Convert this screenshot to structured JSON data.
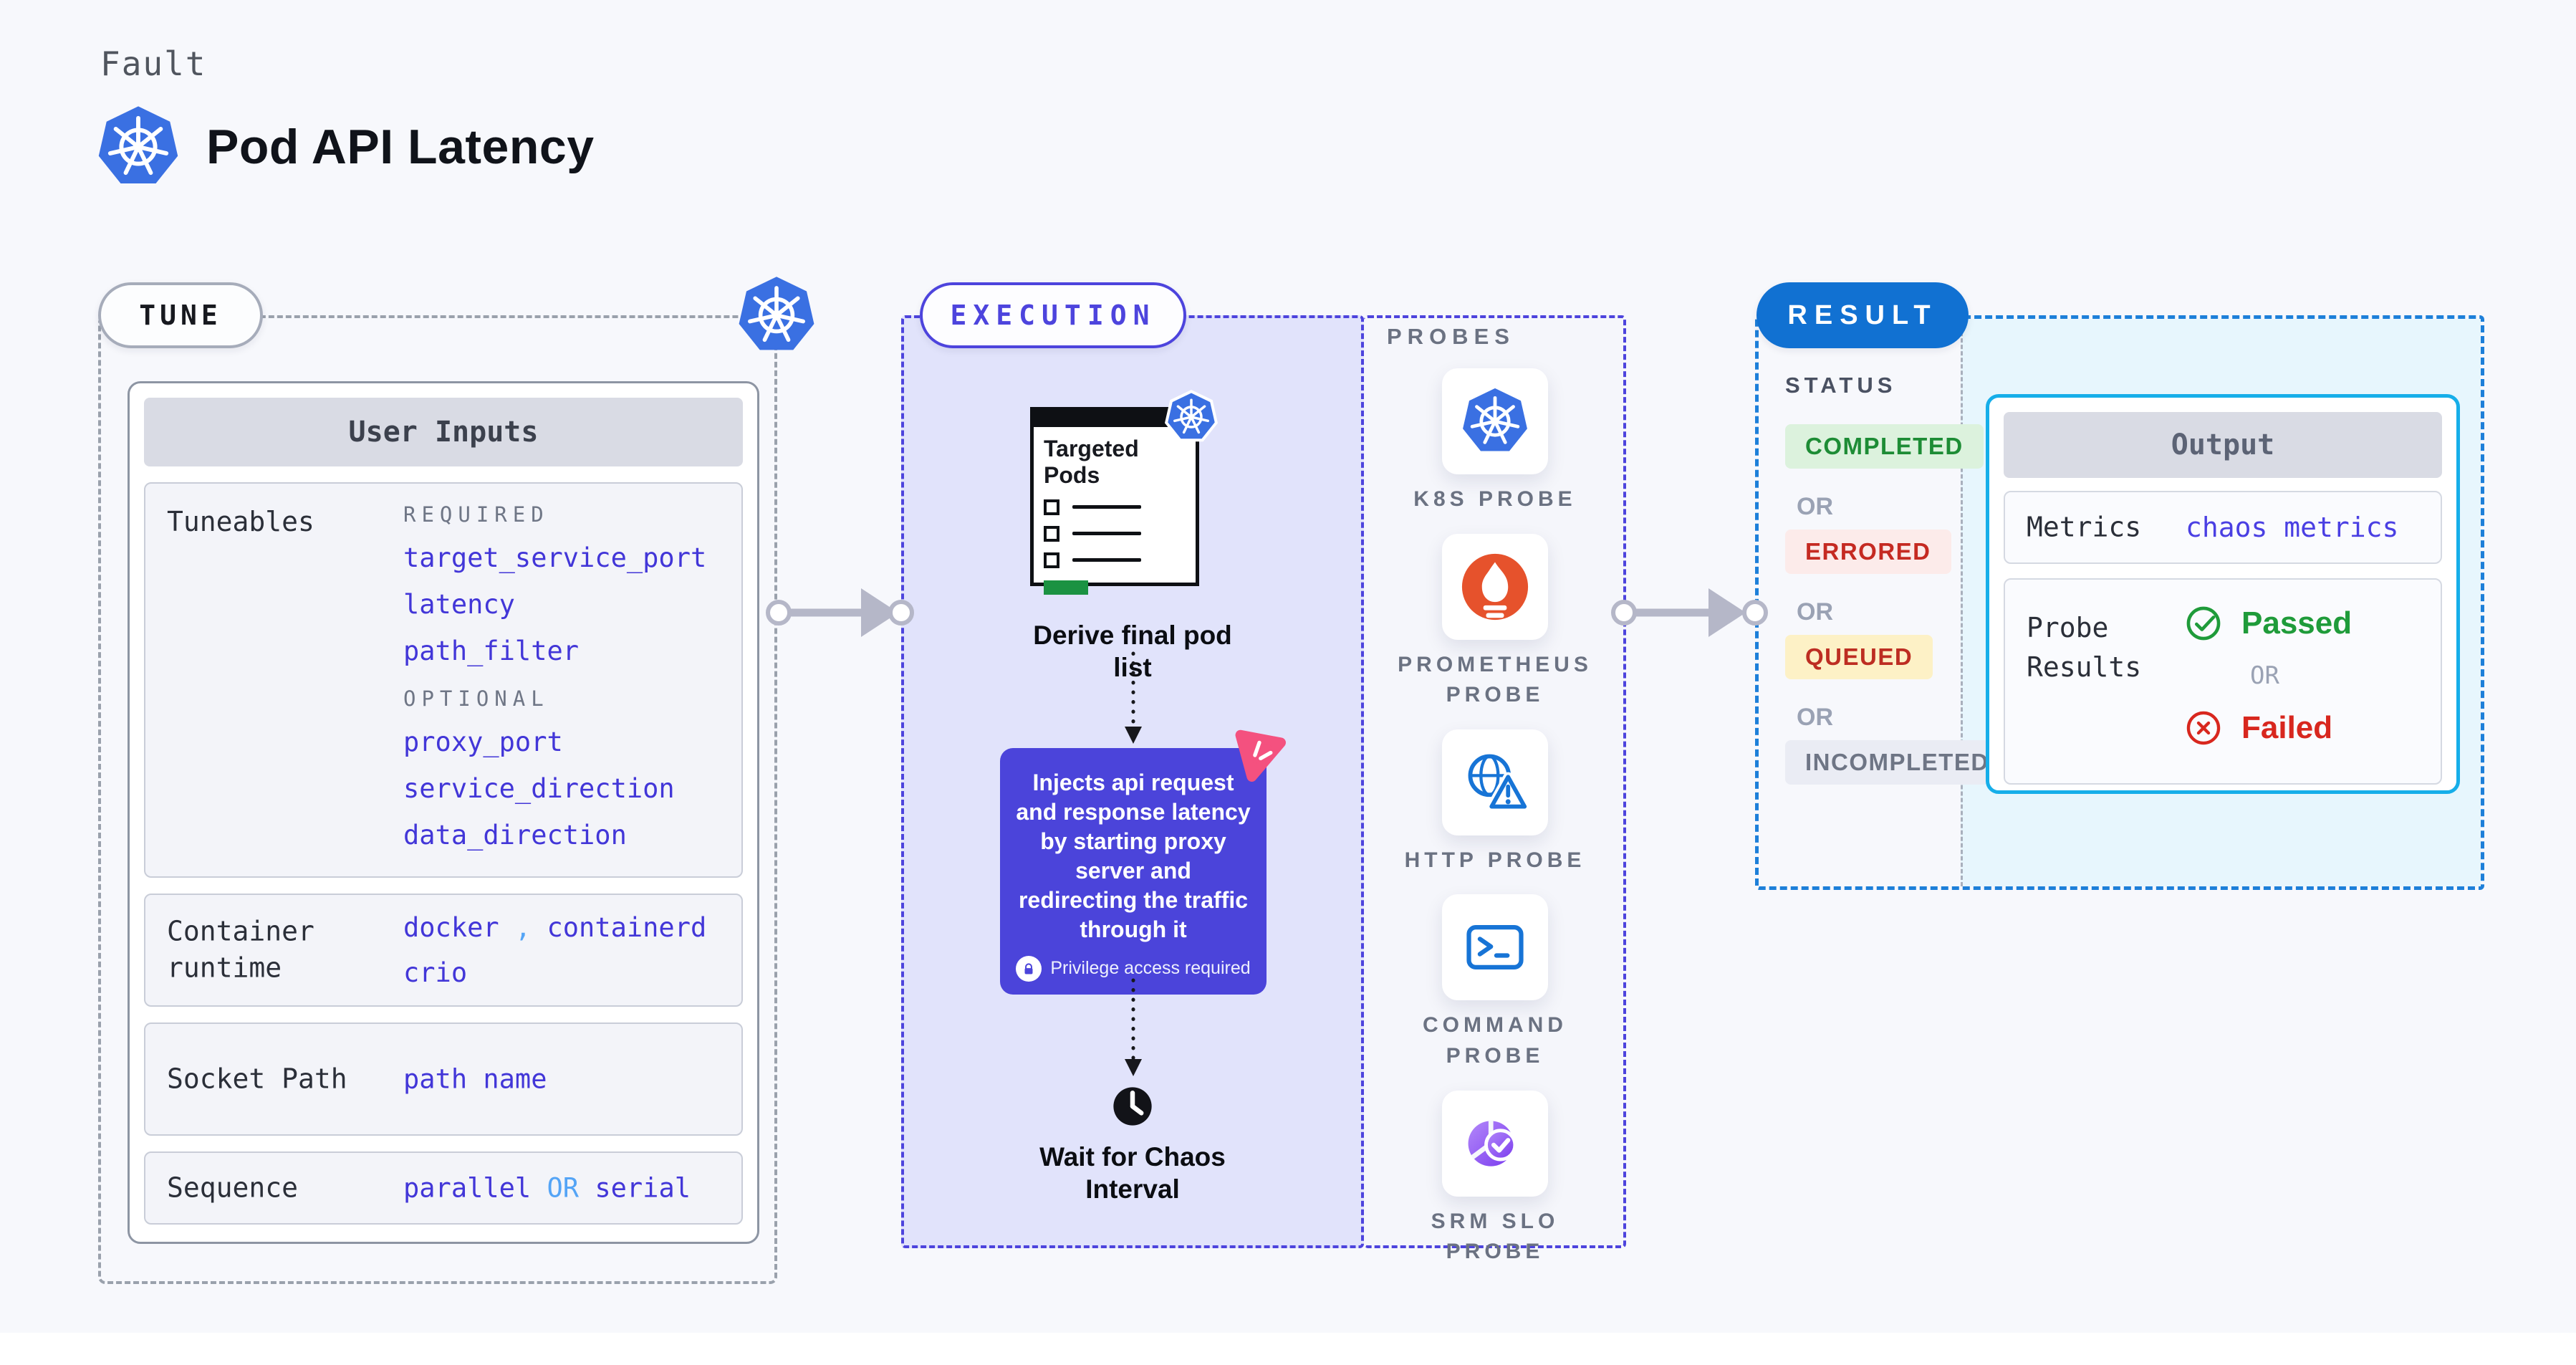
{
  "colors": {
    "k8s_blue": "#326ce5",
    "execution_indigo": "#4d44dd",
    "inject_box_bg": "#4b44da",
    "result_blue": "#1171d2",
    "output_border_cyan": "#16aee9",
    "value_indigo": "#4236d8",
    "accent_light_blue": "#54a4f6",
    "passed_green": "#1f9b3a",
    "failed_red": "#d8271e",
    "prometheus_orange": "#e6522c",
    "chaos_pink": "#f4517f",
    "targeted_green": "#1b9242"
  },
  "header": {
    "kicker": "Fault",
    "title": "Pod API Latency"
  },
  "tune": {
    "pill": "TUNE",
    "user_inputs": {
      "title": "User Inputs",
      "tuneables": {
        "label": "Tuneables",
        "required_label": "REQUIRED",
        "required": [
          "target_service_port",
          "latency",
          "path_filter"
        ],
        "optional_label": "OPTIONAL",
        "optional": [
          "proxy_port",
          "service_direction",
          "data_direction"
        ]
      },
      "container_runtime": {
        "label": "Container runtime",
        "value_1": "docker",
        "separator": ",",
        "value_2": "containerd",
        "value_3": "crio"
      },
      "socket_path": {
        "label": "Socket Path",
        "value": "path name"
      },
      "sequence": {
        "label": "Sequence",
        "value_1": "parallel",
        "or": "OR",
        "value_2": "serial"
      }
    }
  },
  "execution": {
    "pill": "EXECUTION",
    "targeted_pods_title": "Targeted Pods",
    "derive_step": "Derive final pod list",
    "inject_text": "Injects api request and response latency by starting proxy server and redirecting the traffic through it",
    "privilege_badge": "Privilege access required",
    "wait_step": "Wait for Chaos Interval"
  },
  "probes": {
    "label": "PROBES",
    "items": [
      {
        "name": "K8S PROBE",
        "icon": "kubernetes-icon"
      },
      {
        "name": "PROMETHEUS PROBE",
        "icon": "prometheus-icon"
      },
      {
        "name": "HTTP PROBE",
        "icon": "globe-warning-icon"
      },
      {
        "name": "COMMAND PROBE",
        "icon": "terminal-icon"
      },
      {
        "name": "SRM SLO PROBE",
        "icon": "slo-pie-check-icon"
      }
    ]
  },
  "result": {
    "pill": "RESULT",
    "status_label": "STATUS",
    "or": "OR",
    "statuses": [
      {
        "label": "COMPLETED",
        "bg": "#dcf2dd",
        "fg": "#1d8c35"
      },
      {
        "label": "ERRORED",
        "bg": "#fcebea",
        "fg": "#c52a22"
      },
      {
        "label": "QUEUED",
        "bg": "#fdf1c6",
        "fg": "#bd2d22"
      },
      {
        "label": "INCOMPLETED",
        "bg": "#eaecf4",
        "fg": "#6e7585"
      }
    ],
    "output": {
      "title": "Output",
      "metrics_label": "Metrics",
      "metrics_value": "chaos metrics",
      "probe_results_label": "Probe Results",
      "passed": "Passed",
      "or": "OR",
      "failed": "Failed"
    }
  }
}
